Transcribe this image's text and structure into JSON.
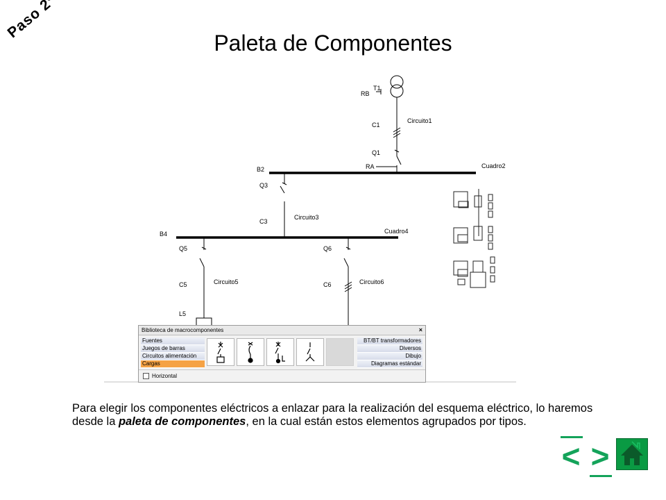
{
  "slide": {
    "title": "Paleta de Componentes",
    "step_label": "Paso 2º",
    "description_before": "Para elegir los componentes eléctricos a enlazar para la realización del esquema eléctrico, lo haremos desde la ",
    "description_emphasis": "paleta de componentes",
    "description_after": ", en la cual están estos elementos agrupados por tipos."
  },
  "diagram": {
    "labels": {
      "t1": "T1",
      "rb": "RB",
      "c1": "C1",
      "q1": "Q1",
      "ra": "RA",
      "circuito1": "Circuito1",
      "b2": "B2",
      "cuadro2": "Cuadro2",
      "q3": "Q3",
      "c3": "C3",
      "circuito3": "Circuito3",
      "b4": "B4",
      "cuadro4": "Cuadro4",
      "q5": "Q5",
      "c5": "C5",
      "l5": "L5",
      "circuito5": "Circuito5",
      "q6": "Q6",
      "c6": "C6",
      "circuito6": "Circuito6"
    }
  },
  "palette": {
    "title": "Biblioteca de macrocomponentes",
    "close_label": "×",
    "categories": [
      "Fuentes",
      "Juegos de barras",
      "Circuitos alimentación",
      "Cargas"
    ],
    "active_category": "Cargas",
    "groups": [
      "BT/BT transformadores",
      "Diversos",
      "Dibujo",
      "Diagramas estándar"
    ],
    "horizontal_label": "Horizontal"
  },
  "nav": {
    "prev_label": "<",
    "next_label": ">"
  },
  "colors": {
    "nav_green": "#14a35a",
    "home_green": "#0a9a43",
    "active_category": "#f5a245"
  }
}
